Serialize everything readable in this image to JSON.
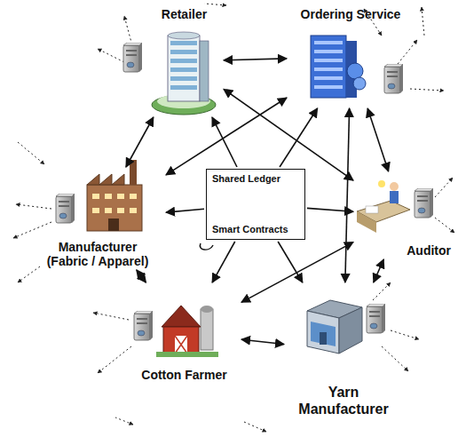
{
  "diagram": {
    "nodes": [
      {
        "text": [
          "Retailer"
        ]
      },
      {
        "text": [
          "Ordering Service"
        ]
      },
      {
        "text": [
          "Manufacturer (Fabric / Apparel)"
        ]
      },
      {
        "text": [
          "Shared Ledger",
          "Smart Contracts"
        ]
      },
      {
        "text": [
          "Auditor"
        ]
      },
      {
        "text": [
          "Cotton Farmer"
        ]
      },
      {
        "text": [
          "Yarn Manufacturer"
        ]
      }
    ],
    "edges": [
      {
        "from": 0,
        "to": 1,
        "arrow": "both"
      },
      {
        "from": 0,
        "to": 2,
        "arrow": "both"
      },
      {
        "from": 1,
        "to": 4,
        "arrow": "both"
      },
      {
        "from": 4,
        "to": 6,
        "arrow": "both"
      },
      {
        "from": 5,
        "to": 6,
        "arrow": "both"
      },
      {
        "from": 2,
        "to": 5,
        "arrow": "both"
      },
      {
        "from": 0,
        "to": 4,
        "arrow": "both"
      },
      {
        "from": 1,
        "to": 2,
        "arrow": "both"
      },
      {
        "from": 1,
        "to": 6,
        "arrow": "both"
      },
      {
        "from": 5,
        "to": 4,
        "arrow": "both"
      },
      {
        "from": 3,
        "to": 0,
        "arrow": "to"
      },
      {
        "from": 3,
        "to": 1,
        "arrow": "to"
      },
      {
        "from": 3,
        "to": 2,
        "arrow": "to"
      },
      {
        "from": 3,
        "to": 4,
        "arrow": "to"
      },
      {
        "from": 3,
        "to": 5,
        "arrow": "to"
      },
      {
        "from": 3,
        "to": 6,
        "arrow": "to"
      }
    ]
  }
}
